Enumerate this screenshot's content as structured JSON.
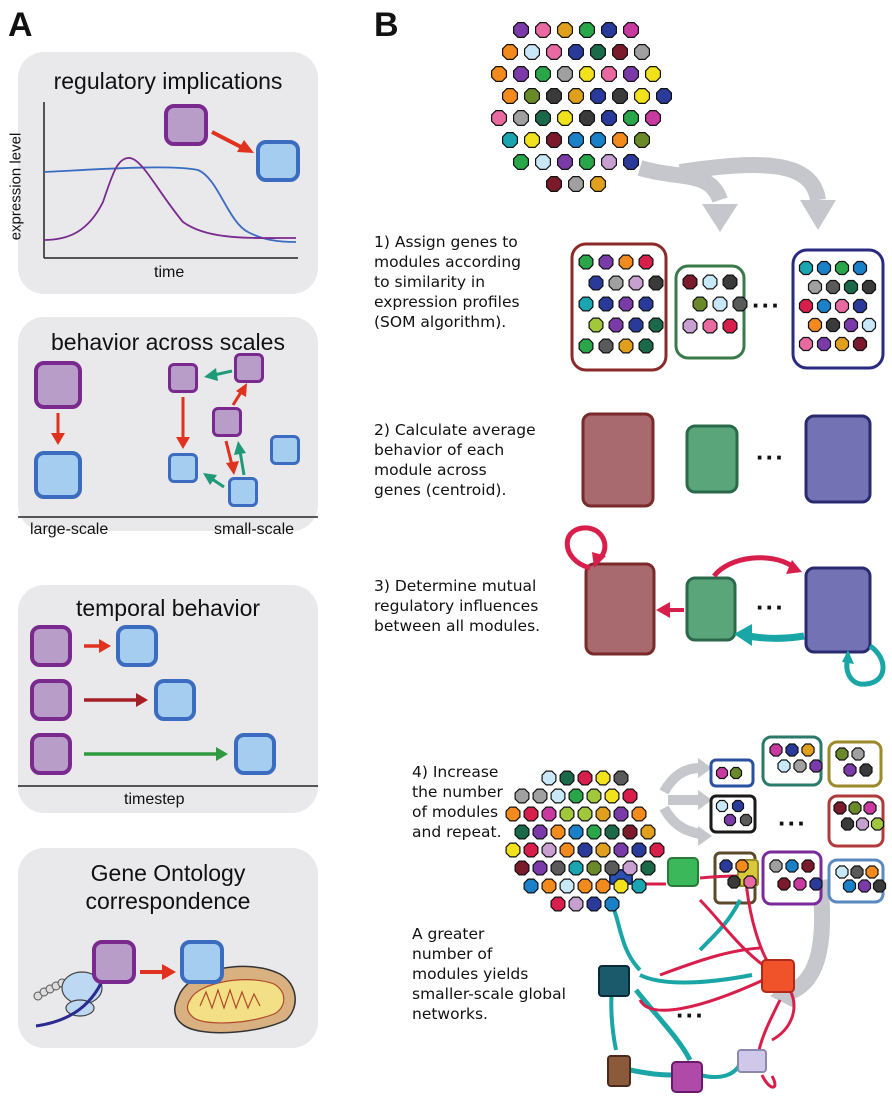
{
  "panel_a": {
    "letter": "A",
    "regulatory": {
      "title": "regulatory implications",
      "ylabel": "expression level",
      "xlabel": "time"
    },
    "scales": {
      "title": "behavior across scales",
      "left_label": "large-scale",
      "right_label": "small-scale"
    },
    "temporal": {
      "title": "temporal behavior",
      "xlabel": "timestep"
    },
    "go": {
      "title_line1": "Gene Ontology",
      "title_line2": "correspondence"
    }
  },
  "panel_b": {
    "letter": "B",
    "step1": "1) Assign genes to\nmodules according\nto similarity in\nexpression profiles\n(SOM algorithm).",
    "step2": "2) Calculate average\nbehavior of each\nmodule across\ngenes (centroid).",
    "step3": "3) Determine mutual\nregulatory influences\nbetween all modules.",
    "step4": "4) Increase\nthe number\nof modules\nand repeat.",
    "note": "A greater\nnumber of\nmodules yields\nsmaller-scale global\nnetworks.",
    "ellipsis": "···"
  },
  "colors": {
    "purple": "#7a2a8f",
    "blue": "#3c6cc0",
    "red_arrow": "#e0321e",
    "green_arrow": "#1e9a78",
    "teal_arrow": "#1aa6a6",
    "crimson_arrow": "#d81e4a",
    "module_red": "#a86a6e",
    "module_green": "#5aa57a",
    "module_blue": "#7272b4"
  }
}
